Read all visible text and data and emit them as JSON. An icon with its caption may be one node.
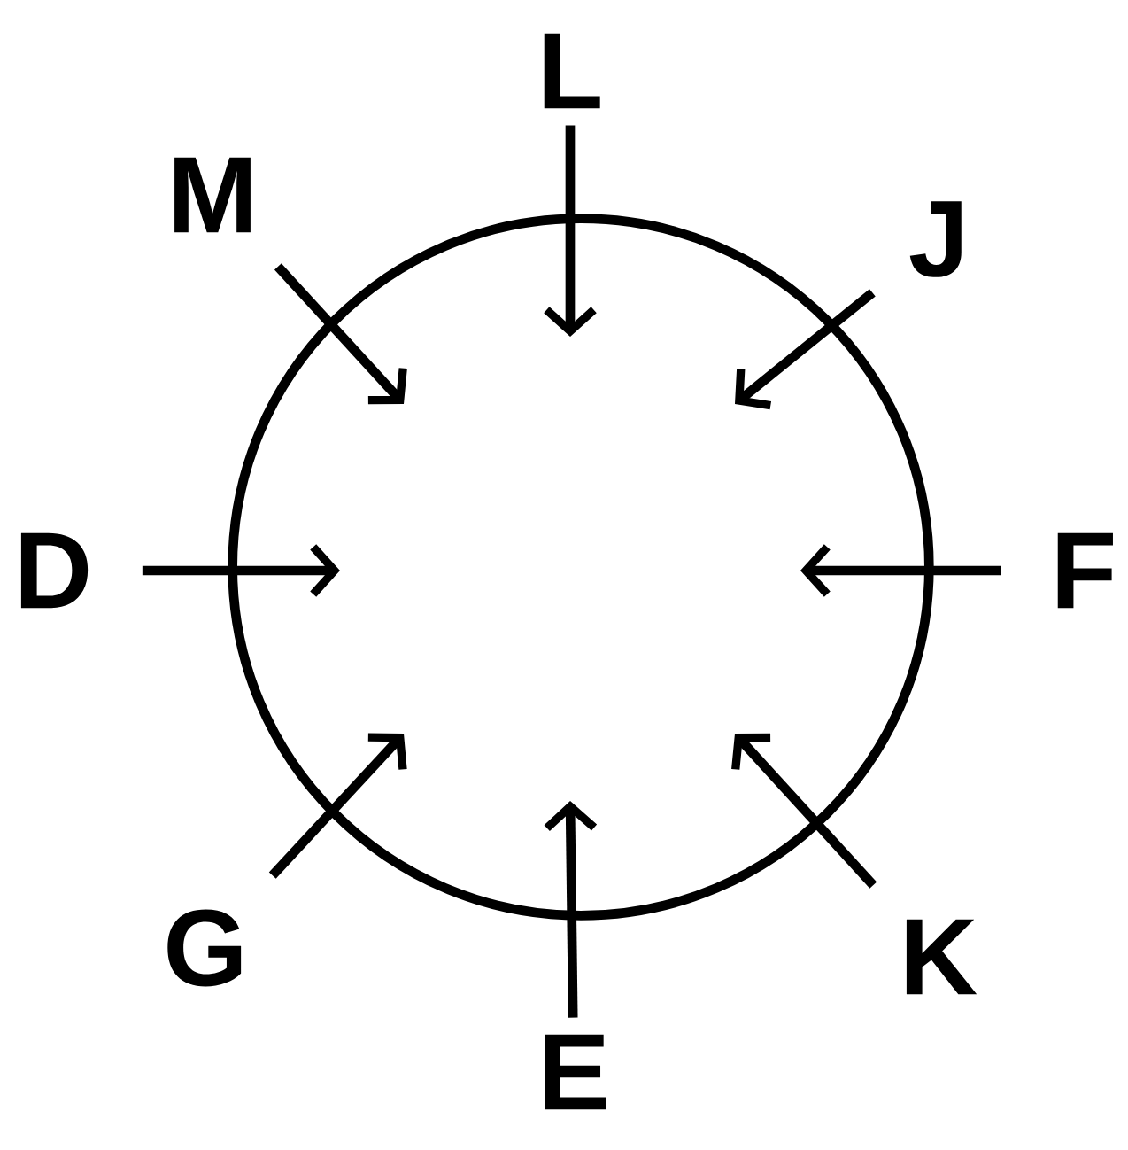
{
  "diagram": {
    "nodes": [
      {
        "text": [],
        "shape": "circle"
      },
      {
        "text": [
          "L"
        ]
      },
      {
        "text": [
          "M"
        ]
      },
      {
        "text": [
          "J"
        ]
      },
      {
        "text": [
          "D"
        ]
      },
      {
        "text": [
          "F"
        ]
      },
      {
        "text": [
          "G"
        ]
      },
      {
        "text": [
          "K"
        ]
      },
      {
        "text": [
          "E"
        ]
      }
    ],
    "edges": [
      {
        "from": 1,
        "to": 0,
        "arrow": "to"
      },
      {
        "from": 2,
        "to": 0,
        "arrow": "to"
      },
      {
        "from": 3,
        "to": 0,
        "arrow": "to"
      },
      {
        "from": 4,
        "to": 0,
        "arrow": "to"
      },
      {
        "from": 5,
        "to": 0,
        "arrow": "to"
      },
      {
        "from": 6,
        "to": 0,
        "arrow": "to"
      },
      {
        "from": 7,
        "to": 0,
        "arrow": "to"
      },
      {
        "from": 8,
        "to": 0,
        "arrow": "to"
      }
    ]
  }
}
